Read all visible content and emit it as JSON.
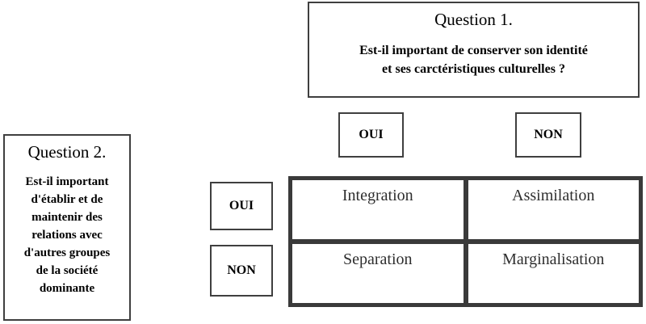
{
  "question1": {
    "title": "Question 1.",
    "body": "Est-il important de conserver son identité\net ses carctéristiques culturelles ?"
  },
  "question2": {
    "title": "Question 2.",
    "body": "Est-il important\nd'établir et de\nmaintenir des\nrelations avec\nd'autres groupes\nde la société\ndominante"
  },
  "answers": {
    "q1_oui": "OUI",
    "q1_non": "NON",
    "q2_oui": "OUI",
    "q2_non": "NON"
  },
  "matrix": {
    "cells": [
      {
        "label": "Integration"
      },
      {
        "label": "Assimilation"
      },
      {
        "label": "Separation"
      },
      {
        "label": "Marginalisation"
      }
    ]
  },
  "colors": {
    "matrix-border": "#3a3a3a",
    "box-border": "#3f3f3f",
    "cell-text": "#2e2e2e",
    "text": "#000000",
    "background": "#ffffff"
  }
}
